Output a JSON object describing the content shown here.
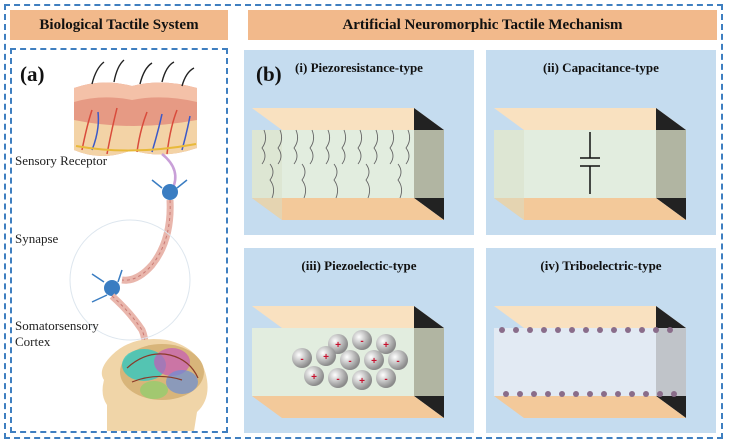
{
  "headers": {
    "left": "Biological Tactile System",
    "right": "Artificial Neuromorphic Tactile Mechanism"
  },
  "left": {
    "label": "(a)",
    "sensory_receptor": "Sensory Receptor",
    "synapse": "Synapse",
    "somatosensory_1": "Somatorsensory",
    "somatosensory_2": "Cortex"
  },
  "right": {
    "label": "(b)",
    "panels": [
      {
        "title": "(i) Piezoresistance-type"
      },
      {
        "title": "(ii) Capacitance-type"
      },
      {
        "title": "(iii) Piezoelectic-type"
      },
      {
        "title": "(iv) Triboelectric-type"
      }
    ]
  },
  "colors": {
    "border": "#3f7fc0",
    "header_bg": "#f2b98b",
    "panel_bg": "#c5dcef",
    "layer_top": "#f9e1c0",
    "layer_side": "#f3c99a"
  }
}
